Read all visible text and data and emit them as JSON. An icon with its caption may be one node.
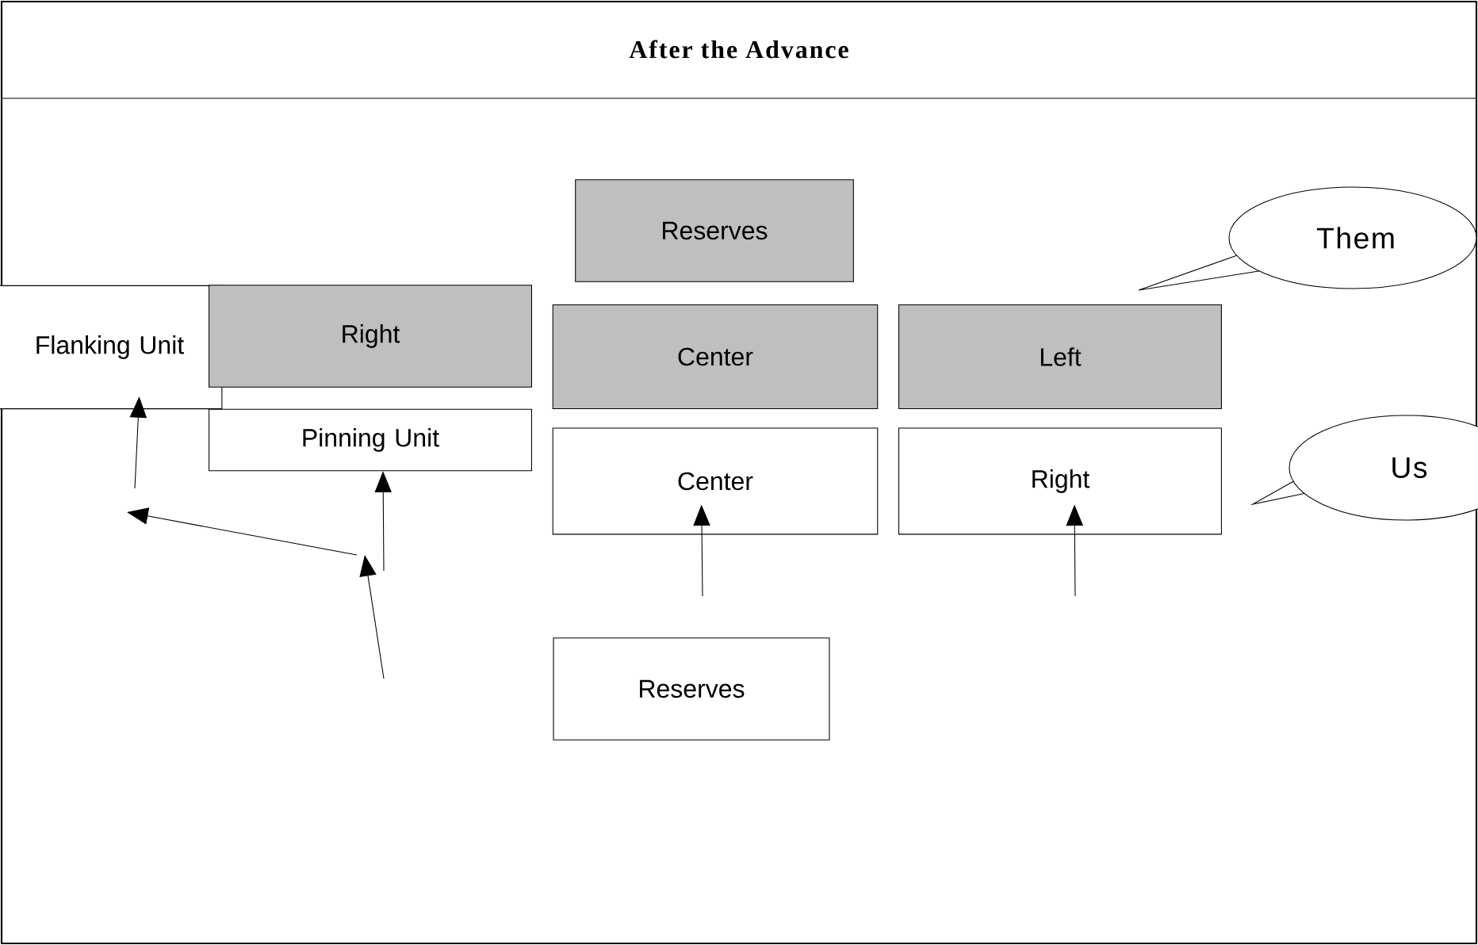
{
  "diagram": {
    "title": "After the Advance",
    "nodes": [
      {
        "text": [
          "Reserves"
        ]
      },
      {
        "text": [
          "Flanking Unit"
        ]
      },
      {
        "text": [
          "Right"
        ]
      },
      {
        "text": [
          "Pinning Unit"
        ]
      },
      {
        "text": [
          "Center"
        ]
      },
      {
        "text": [
          "Left"
        ]
      },
      {
        "text": [
          "Center"
        ]
      },
      {
        "text": [
          "Right"
        ]
      },
      {
        "text": [
          "Reserves"
        ]
      },
      {
        "text": [
          "Them"
        ]
      },
      {
        "text": [
          "Us"
        ]
      }
    ],
    "edges": [
      {
        "from": null,
        "to": 1,
        "arrow": "to"
      },
      {
        "from": null,
        "to": 3,
        "arrow": "to"
      },
      {
        "from": null,
        "to": 6,
        "arrow": "to"
      },
      {
        "from": null,
        "to": 7,
        "arrow": "to"
      }
    ]
  }
}
